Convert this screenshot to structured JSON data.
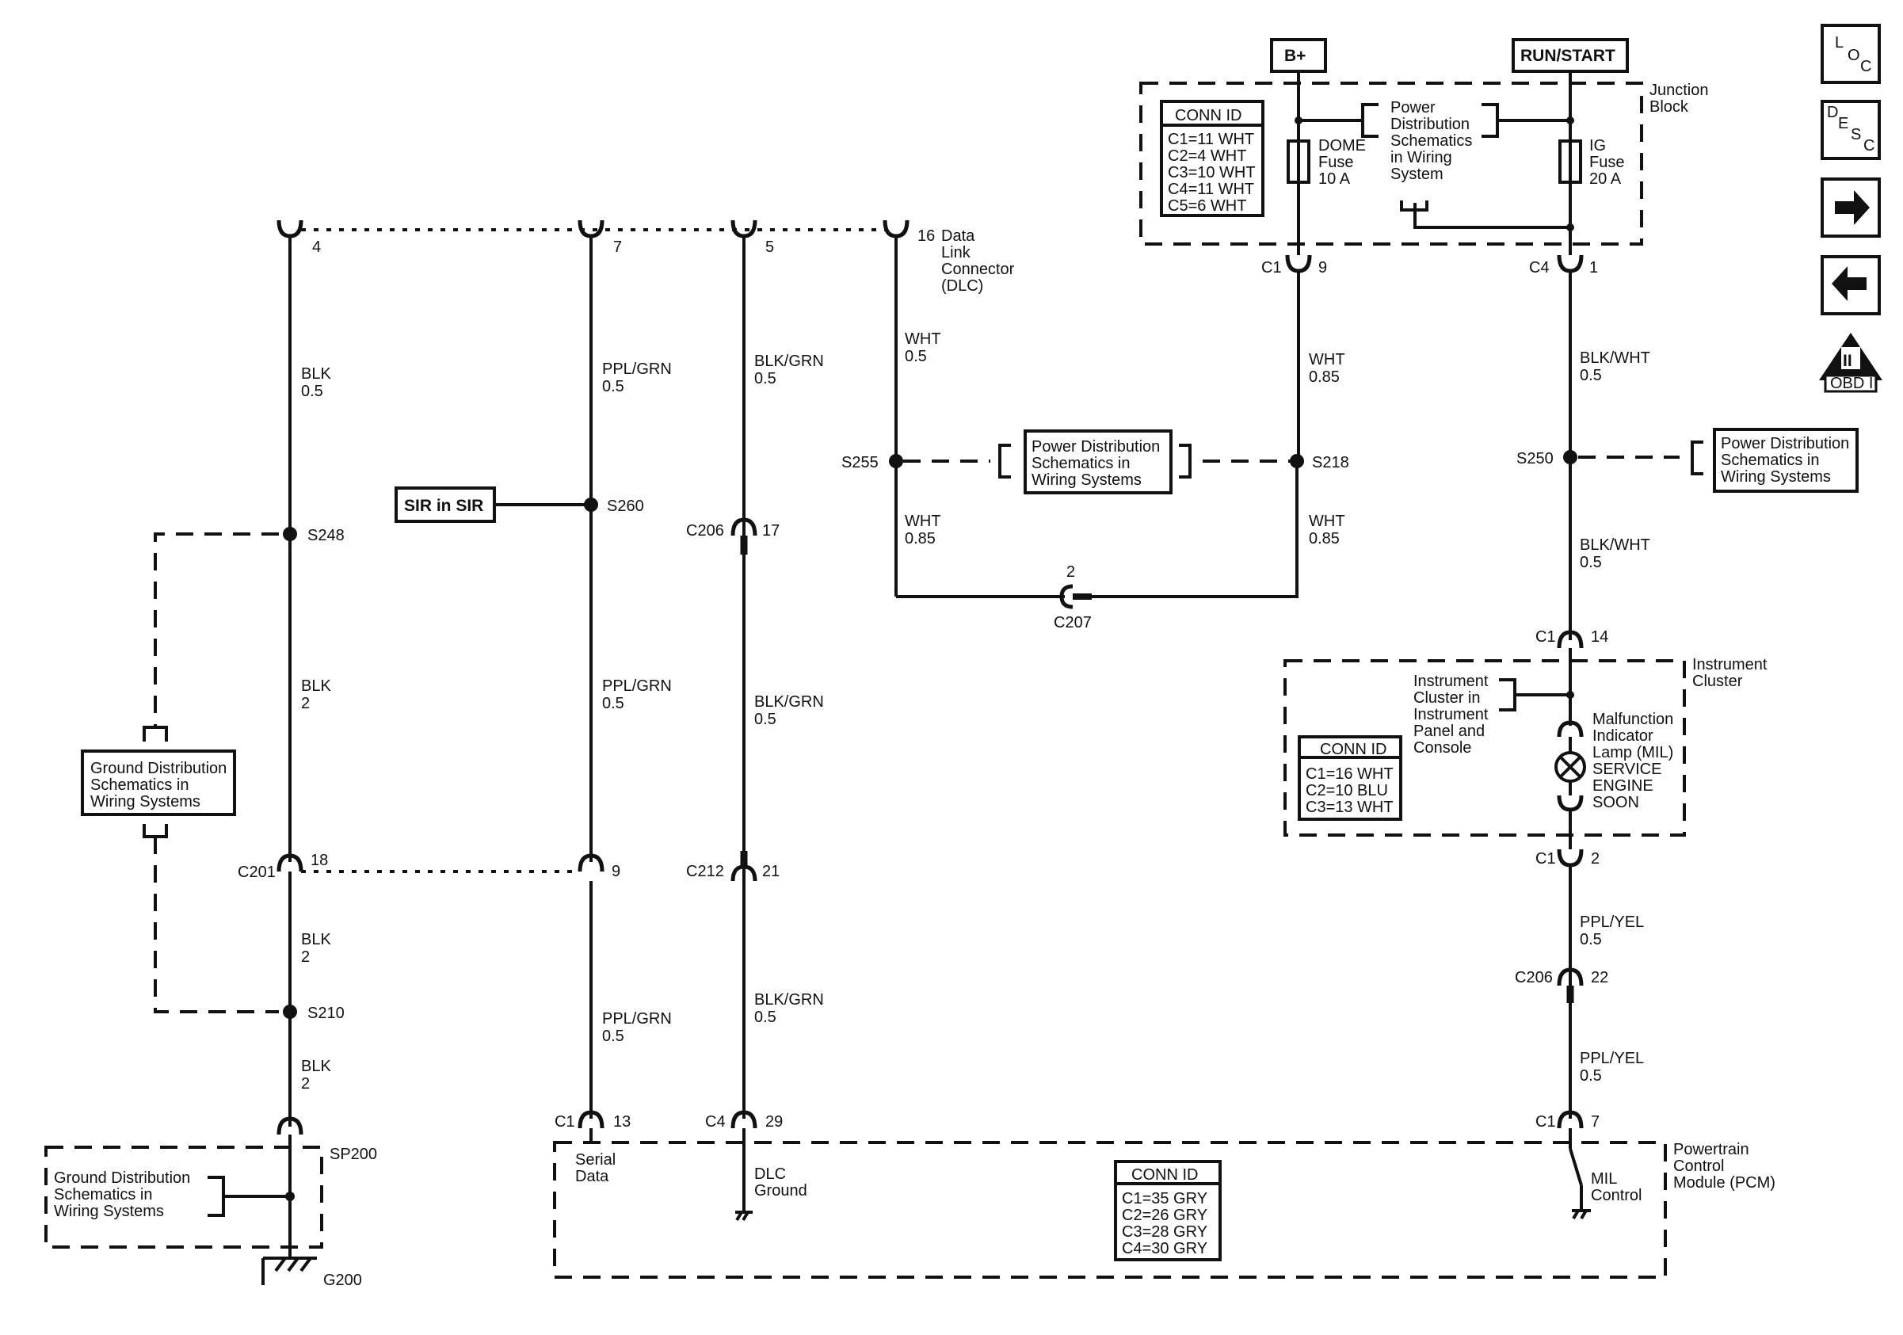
{
  "power_sources": {
    "battery": "B+",
    "run_start": "RUN/START"
  },
  "junction_block": {
    "label_1": "Junction",
    "label_2": "Block",
    "conn_id": {
      "title": "CONN ID",
      "rows": [
        "C1=11 WHT",
        "C2=4 WHT",
        "C3=10 WHT",
        "C4=11 WHT",
        "C5=6 WHT"
      ]
    },
    "dome_fuse": [
      "DOME",
      "Fuse",
      "10 A"
    ],
    "ig_fuse": [
      "IG",
      "Fuse",
      "20 A"
    ],
    "power_ref": [
      "Power",
      "Distribution",
      "Schematics",
      "in Wiring",
      "System"
    ]
  },
  "dlc": {
    "pins": {
      "p4": "4",
      "p7": "7",
      "p5": "5",
      "p16": "16"
    },
    "label": [
      "Data",
      "Link",
      "Connector",
      "(DLC)"
    ]
  },
  "wires": {
    "blk05": [
      "BLK",
      "0.5"
    ],
    "blk2a": [
      "BLK",
      "2"
    ],
    "blk2b": [
      "BLK",
      "2"
    ],
    "blk2c": [
      "BLK",
      "2"
    ],
    "ppl1": [
      "PPL/GRN",
      "0.5"
    ],
    "ppl2": [
      "PPL/GRN",
      "0.5"
    ],
    "ppl3": [
      "PPL/GRN",
      "0.5"
    ],
    "bg1": [
      "BLK/GRN",
      "0.5"
    ],
    "bg2": [
      "BLK/GRN",
      "0.5"
    ],
    "bg3": [
      "BLK/GRN",
      "0.5"
    ],
    "wht1": [
      "WHT",
      "0.5"
    ],
    "wht2": [
      "WHT",
      "0.85"
    ],
    "wht3": [
      "WHT",
      "0.85"
    ],
    "wht4": [
      "WHT",
      "0.85"
    ],
    "bw1": [
      "BLK/WHT",
      "0.5"
    ],
    "bw2": [
      "BLK/WHT",
      "0.5"
    ],
    "py1": [
      "PPL/YEL",
      "0.5"
    ],
    "py2": [
      "PPL/YEL",
      "0.5"
    ]
  },
  "splices": {
    "s248": "S248",
    "s210": "S210",
    "s260": "S260",
    "s255": "S255",
    "s218": "S218",
    "s250": "S250",
    "sp200": "SP200"
  },
  "connectors": {
    "c201": "C201",
    "c201_pin": "18",
    "c201_pin2": "9",
    "c206_a": "C206",
    "c206_a_pin": "17",
    "c212": "C212",
    "c212_pin": "21",
    "c207": "C207",
    "c207_pin": "2",
    "c1_jb": "C1",
    "c1_jb_pin": "9",
    "c4_jb": "C4",
    "c4_jb_pin": "1",
    "c1_ic": "C1",
    "c1_ic_pin": "14",
    "c1_ic2": "C1",
    "c1_ic2_pin": "2",
    "c206_b": "C206",
    "c206_b_pin": "22",
    "c1_pcm": "C1",
    "c1_pcm_pin": "13",
    "c4_pcm": "C4",
    "c4_pcm_pin": "29",
    "c1_pcm2": "C1",
    "c1_pcm2_pin": "7"
  },
  "refs": {
    "sir": "SIR in SIR",
    "ground1": [
      "Ground Distribution",
      "Schematics in",
      "Wiring Systems"
    ],
    "ground2": [
      "Ground Distribution",
      "Schematics in",
      "Wiring Systems"
    ],
    "power_mid": [
      "Power Distribution",
      "Schematics in",
      "Wiring Systems"
    ],
    "power_right": [
      "Power Distribution",
      "Schematics in",
      "Wiring Systems"
    ]
  },
  "ground": {
    "g200": "G200"
  },
  "instrument_cluster": {
    "label": [
      "Instrument",
      "Cluster"
    ],
    "ref": [
      "Instrument",
      "Cluster in",
      "Instrument",
      "Panel and",
      "Console"
    ],
    "conn_id": {
      "title": "CONN ID",
      "rows": [
        "C1=16 WHT",
        "C2=10 BLU",
        "C3=13 WHT"
      ]
    },
    "mil": [
      "Malfunction",
      "Indicator",
      "Lamp (MIL)",
      "SERVICE",
      "ENGINE",
      "SOON"
    ]
  },
  "pcm": {
    "label": [
      "Powertrain",
      "Control",
      "Module (PCM)"
    ],
    "serial": [
      "Serial",
      "Data"
    ],
    "dlc_ground": [
      "DLC",
      "Ground"
    ],
    "mil_control": [
      "MIL",
      "Control"
    ],
    "conn_id": {
      "title": "CONN ID",
      "rows": [
        "C1=35 GRY",
        "C2=26 GRY",
        "C3=28 GRY",
        "C4=30 GRY"
      ]
    }
  },
  "nav": {
    "loc": [
      "L",
      "O",
      "C"
    ],
    "desc": [
      "D",
      "E",
      "S",
      "C"
    ],
    "obd": "OBD II",
    "obd_symbol": "II",
    "icons": [
      "right-arrow-icon",
      "left-arrow-icon",
      "obd-ii-icon"
    ]
  }
}
